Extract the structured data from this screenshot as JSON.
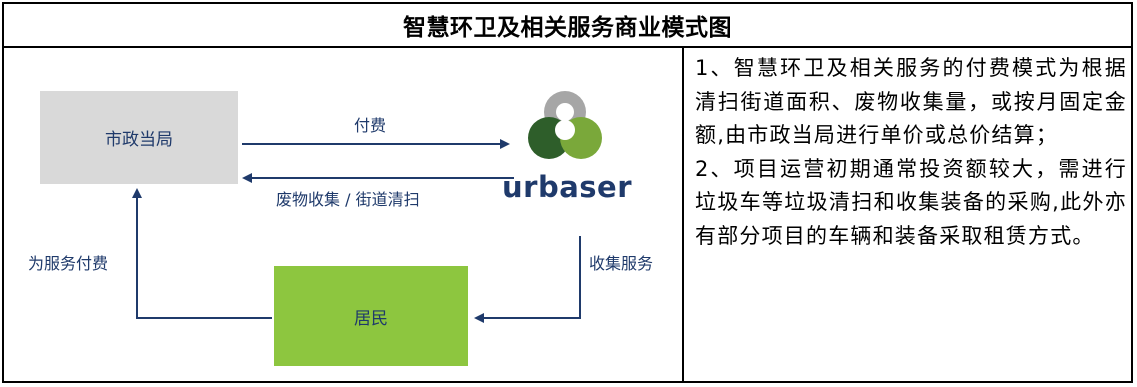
{
  "title": "智慧环卫及相关服务商业模式图",
  "diagram": {
    "nodes": {
      "government": "市政当局",
      "residents": "居民",
      "brand": "urbaser"
    },
    "edges": {
      "payment": "付费",
      "waste_collection": "废物收集 / 街道清扫",
      "pay_for_service": "为服务付费",
      "collection_service": "收集服务"
    },
    "colors": {
      "arrow": "#1f3a6b",
      "government_box": "#d9d9d9",
      "residents_box": "#8dc63f",
      "logo_grey": "#a6a6a6",
      "logo_dark_green": "#2e5e2a",
      "logo_light_green": "#7aa83a"
    }
  },
  "notes": [
    "1、智慧环卫及相关服务的付费模式为根据清扫街道面积、废物收集量，或按月固定金额,由市政当局进行单价或总价结算；",
    "2、项目运营初期通常投资额较大，需进行垃圾车等垃圾清扫和收集装备的采购,此外亦有部分项目的车辆和装备采取租赁方式。"
  ]
}
